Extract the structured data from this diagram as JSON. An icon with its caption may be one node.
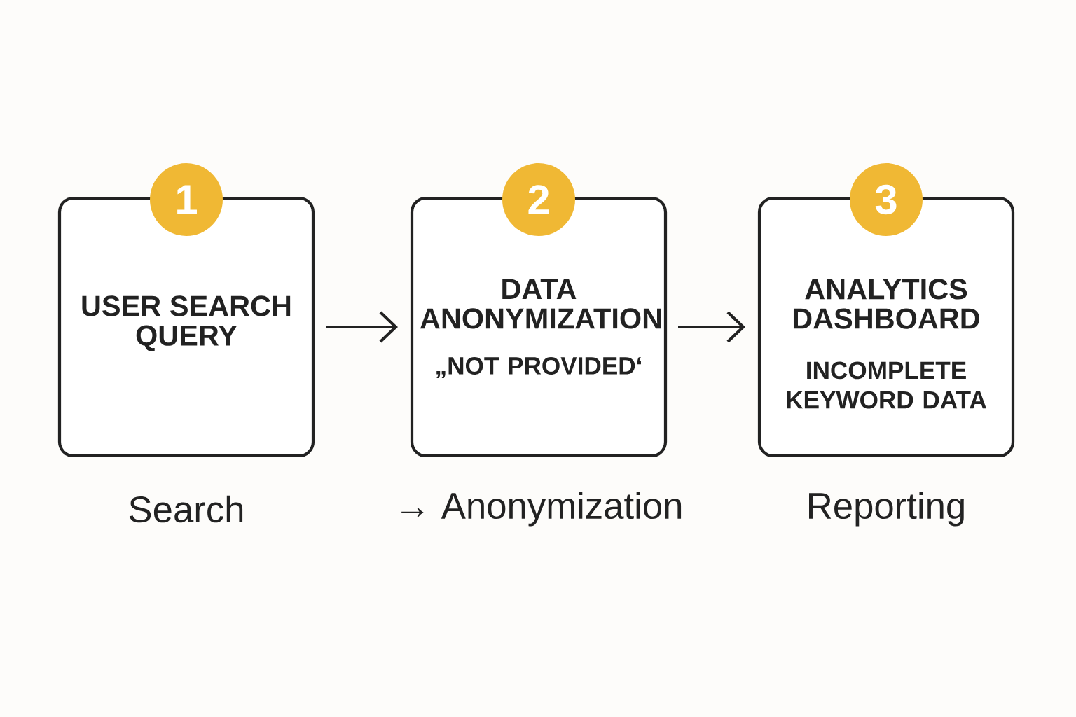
{
  "diagram": {
    "nodes": [
      {
        "text": [
          "1",
          "USER SEARCH QUERY"
        ],
        "beside": [
          "Search"
        ]
      },
      {
        "text": [
          "2",
          "DATA ANONYMIZATION",
          "„NOT PROVIDED‘"
        ],
        "beside": [
          "→ Anonymization"
        ]
      },
      {
        "text": [
          "3",
          "ANALYTICS DASHBOARD",
          "INCOMPLETE KEYWORD DATA"
        ],
        "beside": [
          "Reporting"
        ]
      }
    ],
    "edges": [
      {
        "from": 0,
        "to": 1,
        "arrow": "to"
      },
      {
        "from": 1,
        "to": 2,
        "arrow": "to"
      }
    ]
  }
}
